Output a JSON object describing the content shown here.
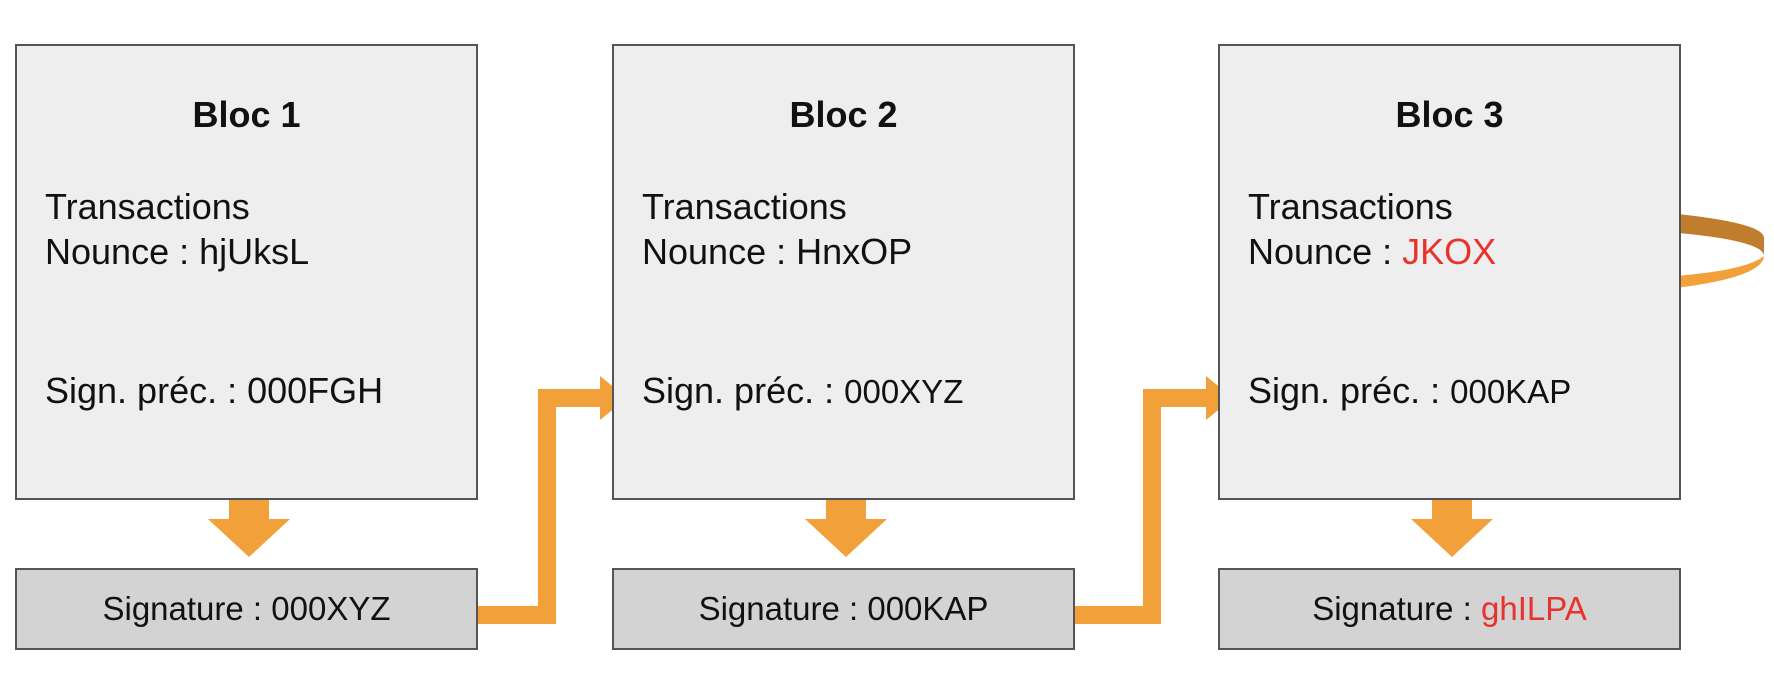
{
  "blocks": [
    {
      "title": "Bloc 1",
      "transactions_label": "Transactions",
      "nonce_label": "Nounce : ",
      "nonce_value": "hjUksL",
      "prev_label": "Sign. préc. : ",
      "prev_value": "000FGH",
      "signature_label": "Signature : ",
      "signature_value": "000XYZ"
    },
    {
      "title": "Bloc 2",
      "transactions_label": "Transactions",
      "nonce_label": "Nounce : ",
      "nonce_value": "HnxOP",
      "prev_label": "Sign. préc. : ",
      "prev_value": "000XYZ",
      "signature_label": "Signature : ",
      "signature_value": "000KAP"
    },
    {
      "title": "Bloc 3",
      "transactions_label": "Transactions",
      "nonce_label": "Nounce : ",
      "nonce_value": "JKOX",
      "prev_label": "Sign. préc. : ",
      "prev_value": "000KAP",
      "signature_label": "Signature : ",
      "signature_value": "ghILPA"
    }
  ],
  "colors": {
    "arrow": "#f2a03a",
    "arrow_dark": "#c17d2e",
    "highlight": "#e8322b",
    "block_fill": "#eeeeee",
    "signature_fill": "#d3d3d3"
  }
}
